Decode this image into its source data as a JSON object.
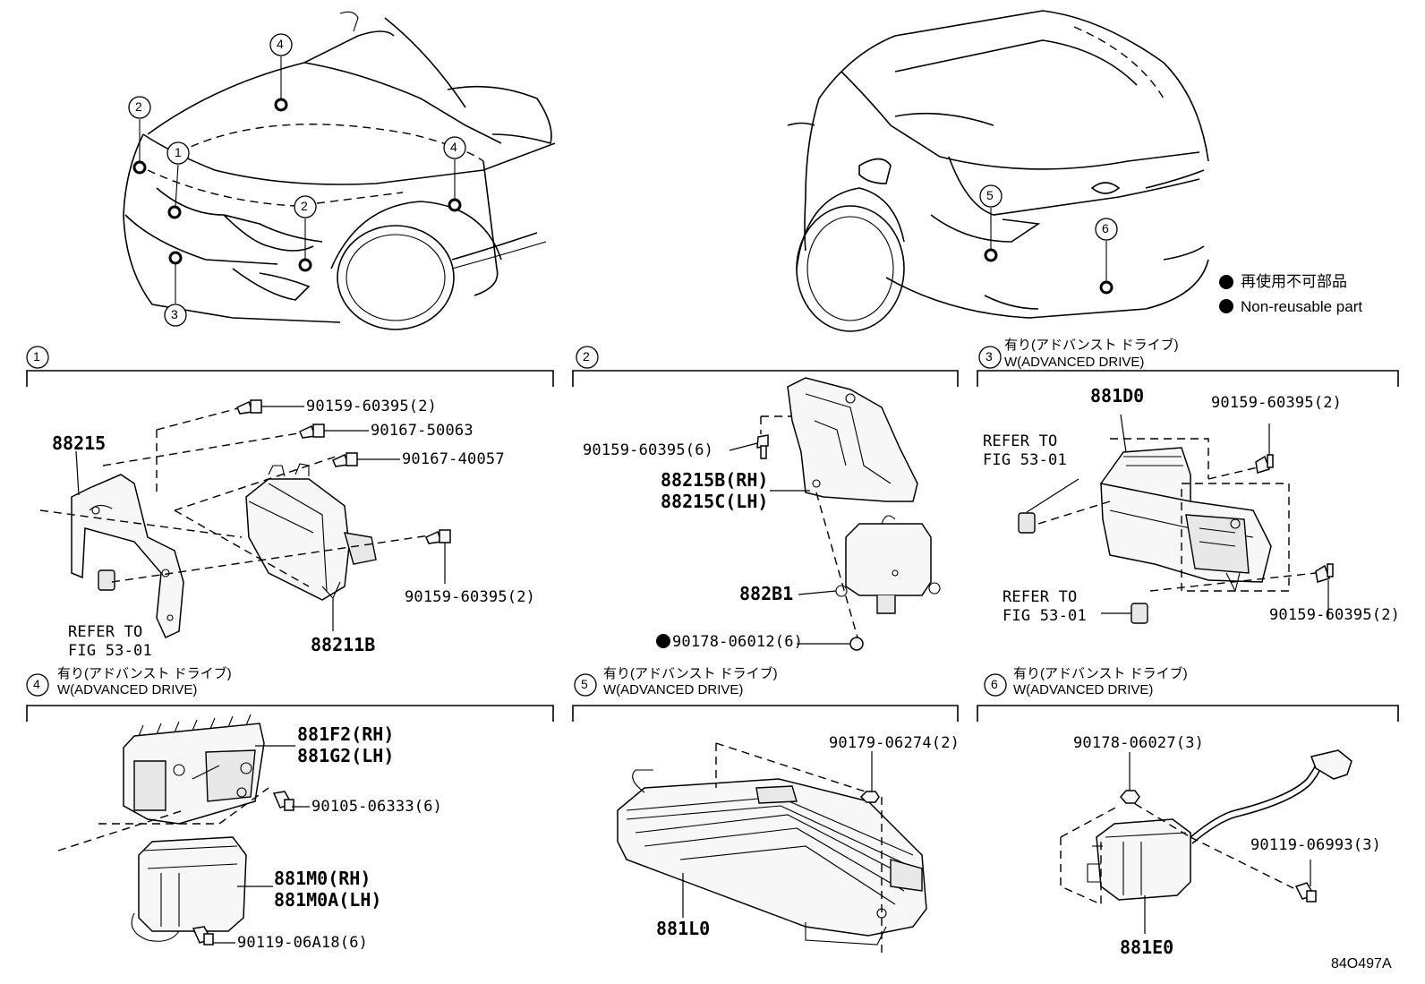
{
  "legend": {
    "dot_icon": "filled-circle-icon",
    "non_reusable_ja": "再使用不可部品",
    "non_reusable_en": "Non-reusable part"
  },
  "callouts": {
    "front": [
      "4",
      "2",
      "1",
      "4",
      "2",
      "3"
    ],
    "rear": [
      "5",
      "6"
    ]
  },
  "sections": [
    {
      "number": "1",
      "caption_ja": "",
      "caption_en": "",
      "parts": [
        "90159-60395(2)",
        "90167-50063",
        "90167-40057",
        "88215",
        "90159-60395(2)",
        "REFER TO",
        "FIG 53-01",
        "88211B"
      ]
    },
    {
      "number": "2",
      "caption_ja": "",
      "caption_en": "",
      "parts": [
        "90159-60395(6)",
        "88215B(RH)",
        "88215C(LH)",
        "882B1",
        "90178-06012(6)"
      ]
    },
    {
      "number": "3",
      "caption_ja": "有り(アドバンスト ドライブ)",
      "caption_en": "W(ADVANCED DRIVE)",
      "parts": [
        "881D0",
        "90159-60395(2)",
        "REFER TO",
        "FIG 53-01",
        "REFER TO",
        "FIG 53-01",
        "90159-60395(2)"
      ]
    },
    {
      "number": "4",
      "caption_ja": "有り(アドバンスト ドライブ)",
      "caption_en": "W(ADVANCED DRIVE)",
      "parts": [
        "881F2(RH)",
        "881G2(LH)",
        "90105-06333(6)",
        "881M0(RH)",
        "881M0A(LH)",
        "90119-06A18(6)"
      ]
    },
    {
      "number": "5",
      "caption_ja": "有り(アドバンスト ドライブ)",
      "caption_en": "W(ADVANCED DRIVE)",
      "parts": [
        "90179-06274(2)",
        "881L0"
      ]
    },
    {
      "number": "6",
      "caption_ja": "有り(アドバンスト ドライブ)",
      "caption_en": "W(ADVANCED DRIVE)",
      "parts": [
        "90178-06027(3)",
        "90119-06993(3)",
        "881E0"
      ]
    }
  ],
  "figure_code": "84O497A"
}
